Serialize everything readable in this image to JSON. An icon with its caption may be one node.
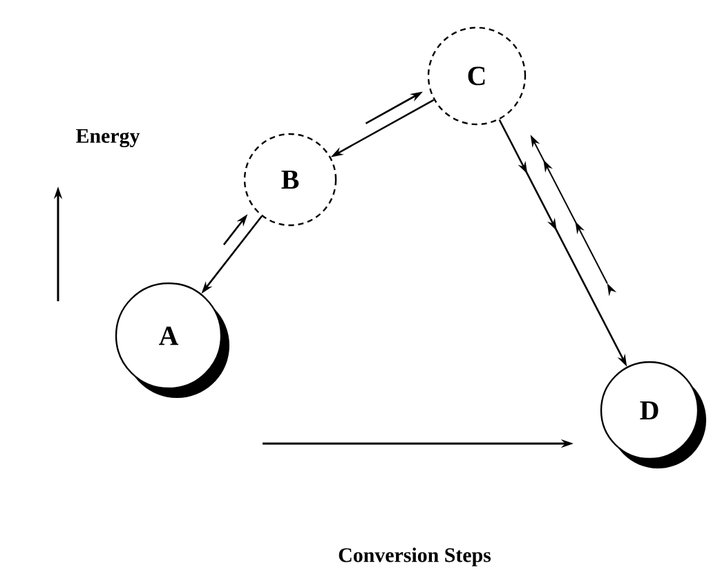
{
  "diagram": {
    "nodes": [
      {
        "text": [
          "A"
        ]
      },
      {
        "text": [
          "B"
        ]
      },
      {
        "text": [
          "C"
        ]
      },
      {
        "text": [
          "D"
        ]
      }
    ],
    "edges": [
      {
        "from": 1,
        "to": 0,
        "arrow": "to"
      },
      {
        "from": 0,
        "to": 1,
        "arrow": "to"
      },
      {
        "from": 2,
        "to": 1,
        "arrow": "to"
      },
      {
        "from": 1,
        "to": 2,
        "arrow": "to"
      },
      {
        "from": 2,
        "to": 3,
        "arrow": "to"
      },
      {
        "from": 3,
        "to": 2,
        "arrow": "to"
      }
    ],
    "labels": [
      "Energy",
      "Conversion Steps"
    ]
  }
}
